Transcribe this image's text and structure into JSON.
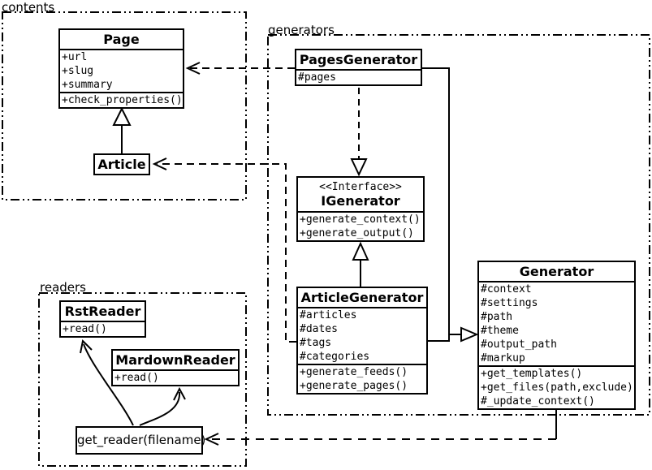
{
  "colors": {
    "line": "#000000",
    "background": "#ffffff"
  },
  "packages": {
    "contents": {
      "label": "contents"
    },
    "generators": {
      "label": "generators"
    },
    "readers": {
      "label": "readers"
    }
  },
  "classes": {
    "page": {
      "name": "Page",
      "attrs": [
        "+url",
        "+slug",
        "+summary"
      ],
      "methods": [
        "+check_properties()"
      ]
    },
    "article": {
      "name": "Article"
    },
    "pages_generator": {
      "name": "PagesGenerator",
      "attrs": [
        "#pages"
      ]
    },
    "igenerator": {
      "stereotype": "<<Interface>>",
      "name": "IGenerator",
      "methods": [
        "+generate_context()",
        "+generate_output()"
      ]
    },
    "article_generator": {
      "name": "ArticleGenerator",
      "attrs": [
        "#articles",
        "#dates",
        "#tags",
        "#categories"
      ],
      "methods": [
        "+generate_feeds()",
        "+generate_pages()"
      ]
    },
    "generator": {
      "name": "Generator",
      "attrs": [
        "#context",
        "#settings",
        "#path",
        "#theme",
        "#output_path",
        "#markup"
      ],
      "methods": [
        "+get_templates()",
        "+get_files(path,exclude)",
        "#_update_context()"
      ]
    },
    "rst_reader": {
      "name": "RstReader",
      "methods": [
        "+read()"
      ]
    },
    "mardown_reader": {
      "name": "MardownReader",
      "methods": [
        "+read()"
      ]
    },
    "get_reader": {
      "label": "get_reader(filename)"
    }
  }
}
